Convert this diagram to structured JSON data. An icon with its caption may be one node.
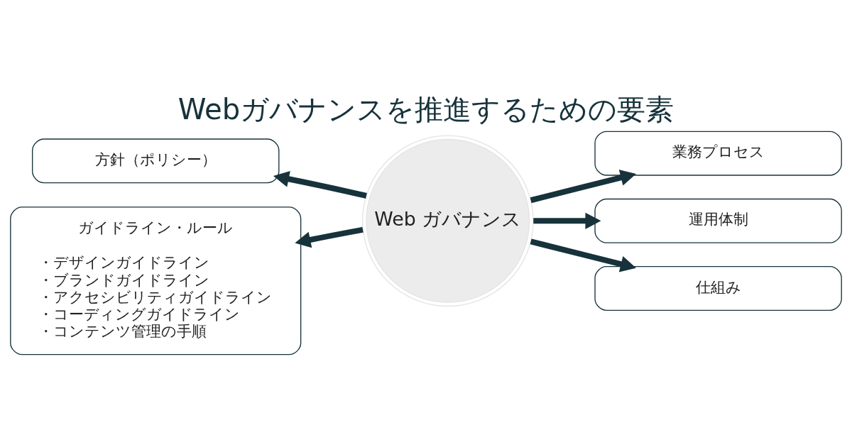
{
  "diagram": {
    "title": "Webガバナンスを推進するための要素",
    "nodes": [
      {
        "text": [
          "Web ガバナンス"
        ]
      },
      {
        "text": [
          "方針（ポリシー）"
        ]
      },
      {
        "text": [
          "ガイドライン・ルール",
          "・デザインガイドライン",
          "・ブランドガイドライン",
          "・アクセシビリティガイドライン",
          "・コーディングガイドライン",
          "・コンテンツ管理の手順"
        ]
      },
      {
        "text": [
          "業務プロセス"
        ]
      },
      {
        "text": [
          "運用体制"
        ]
      },
      {
        "text": [
          "仕組み"
        ]
      }
    ],
    "edges": [
      {
        "from": 0,
        "to": 1,
        "arrow": "to"
      },
      {
        "from": 0,
        "to": 2,
        "arrow": "to"
      },
      {
        "from": 0,
        "to": 3,
        "arrow": "to"
      },
      {
        "from": 0,
        "to": 4,
        "arrow": "to"
      },
      {
        "from": 0,
        "to": 5,
        "arrow": "to"
      }
    ]
  }
}
